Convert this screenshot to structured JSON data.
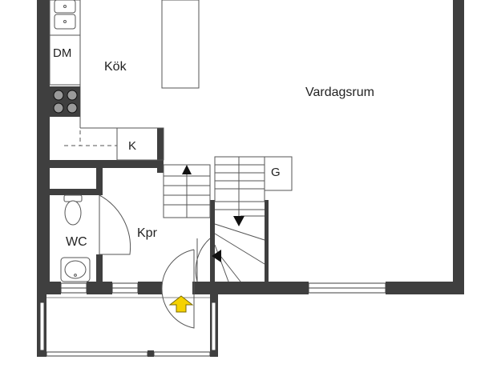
{
  "floorplan": {
    "rooms": {
      "kitchen": "Kök",
      "living": "Vardagsrum",
      "hallway": "Kpr",
      "wc": "WC"
    },
    "fixtures": {
      "dishwasher": "DM",
      "closet_k": "K",
      "closet_g": "G"
    },
    "entrance_arrow_color": "#f5d200",
    "wall_color": "#3f3f3f",
    "icons": [
      "sink-icon",
      "stove-icon",
      "toilet-icon",
      "washbasin-icon",
      "stair-up-arrow-icon",
      "stair-down-arrow-icon",
      "entrance-arrow-icon"
    ]
  }
}
